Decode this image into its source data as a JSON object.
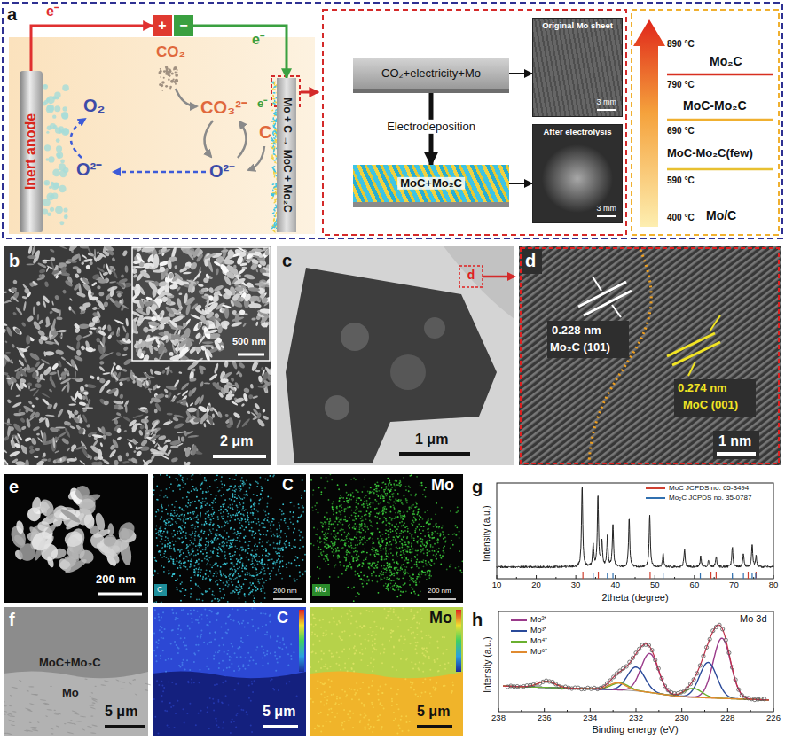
{
  "diagram": {
    "nodes": [
      {
        "text": [
          "Inert anode"
        ]
      },
      {
        "text": [
          "Mo + C → MoC + Mo₂C"
        ]
      },
      {
        "text": [
          "+"
        ]
      },
      {
        "text": [
          "−"
        ]
      },
      {
        "text": [
          "CO₂+electricity+Mo"
        ]
      },
      {
        "text": [
          "MoC+Mo₂C"
        ]
      },
      {
        "text": [
          "Original Mo sheet",
          "3 mm"
        ]
      },
      {
        "text": [
          "After electrolysis",
          "3 mm"
        ]
      }
    ],
    "edges": [
      {
        "from": 0,
        "to": 2,
        "arrow": "to"
      },
      {
        "from": 3,
        "to": 1,
        "arrow": "to"
      },
      {
        "from": 4,
        "to": 6,
        "arrow": "to"
      },
      {
        "from": 5,
        "to": 7,
        "arrow": "to"
      },
      {
        "from": 4,
        "to": 5,
        "arrow": "to",
        "label": "Electrodeposition"
      }
    ],
    "labels": [
      "a",
      "e⁻",
      "e⁻",
      "CO₂",
      "O₂",
      "CO₃²⁻",
      "e⁻",
      "C",
      "O²⁻",
      "O²⁻",
      "890 °C",
      "Mo₂C",
      "790 °C",
      "MoC-Mo₂C",
      "690 °C",
      "MoC-Mo₂C(few)",
      "590 °C",
      "400 °C",
      "Mo/C",
      "b",
      "500 nm",
      "2 μm",
      "c",
      "d",
      "1 μm",
      "d",
      "0.228 nm",
      "Mo₂C (101)",
      "0.274 nm",
      "MoC (001)",
      "1 nm",
      "e",
      "200 nm",
      "C",
      "C",
      "200 nm",
      "Mo",
      "Mo",
      "200 nm",
      "g",
      "Intensity (a.u.)",
      "10",
      "20",
      "30",
      "40",
      "50",
      "60",
      "70",
      "80",
      "2theta (degree)",
      "f",
      "MoC+Mo₂C",
      "Mo",
      "5 μm",
      "C",
      "5 μm",
      "Mo",
      "5 μm",
      "h",
      "Intensity (a.u.)",
      "Mo 3d",
      "238",
      "236",
      "234",
      "232",
      "230",
      "228",
      "226",
      "Binding energy (eV)"
    ],
    "legend": [
      {
        "text": "MoC JCPDS no. 65-3494"
      },
      {
        "text": "Mo₂C JCPDS no. 35-0787"
      },
      {
        "text": "Mo²⁺"
      },
      {
        "text": "Mo³⁺"
      },
      {
        "text": "Mo⁴⁺"
      },
      {
        "text": "Mo⁶⁺"
      }
    ]
  }
}
